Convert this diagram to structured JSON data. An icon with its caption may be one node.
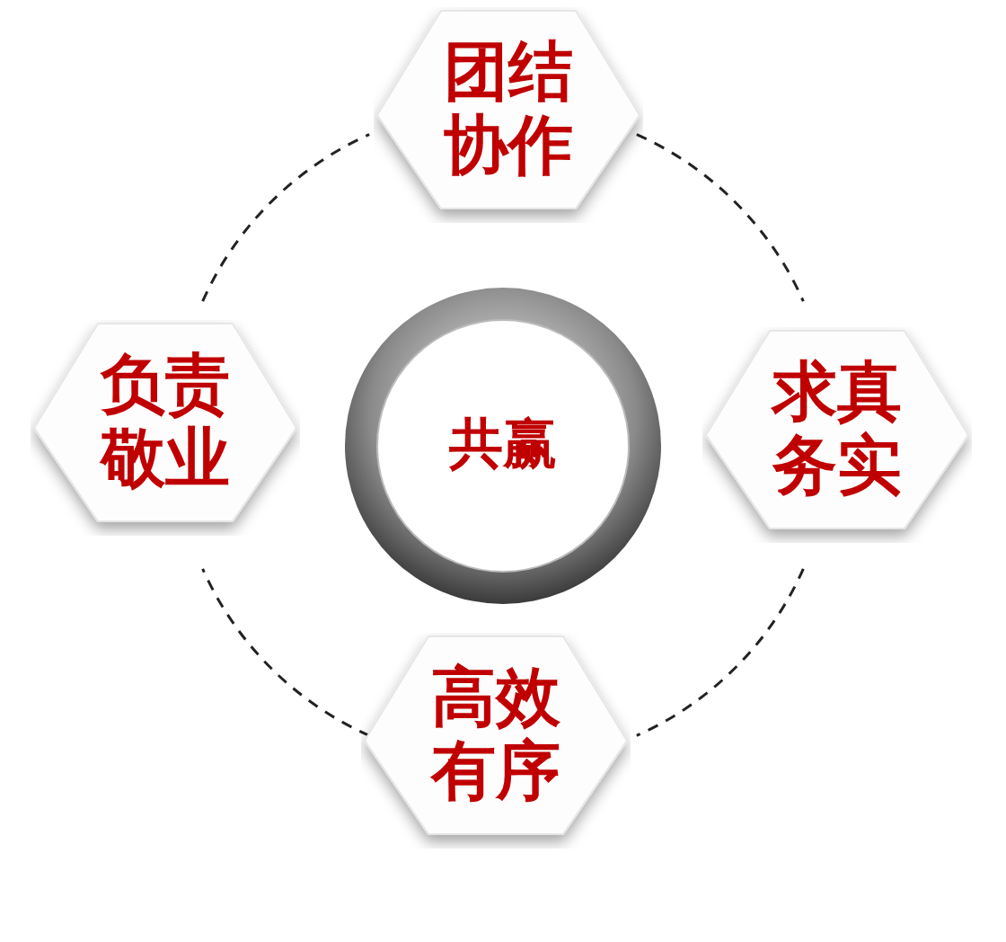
{
  "diagram": {
    "nodes": [
      {
        "text": [
          "共赢"
        ]
      },
      {
        "text": [
          "团结协作"
        ]
      },
      {
        "text": [
          "求真务实"
        ]
      },
      {
        "text": [
          "高效有序"
        ]
      },
      {
        "text": [
          "负责敬业"
        ]
      }
    ],
    "edges": [
      {
        "from": 1,
        "to": 2,
        "arrow": "none",
        "style": "dashed"
      },
      {
        "from": 2,
        "to": 3,
        "arrow": "none",
        "style": "dashed"
      },
      {
        "from": 3,
        "to": 4,
        "arrow": "none",
        "style": "dashed"
      },
      {
        "from": 4,
        "to": 1,
        "arrow": "none",
        "style": "dashed"
      }
    ]
  }
}
